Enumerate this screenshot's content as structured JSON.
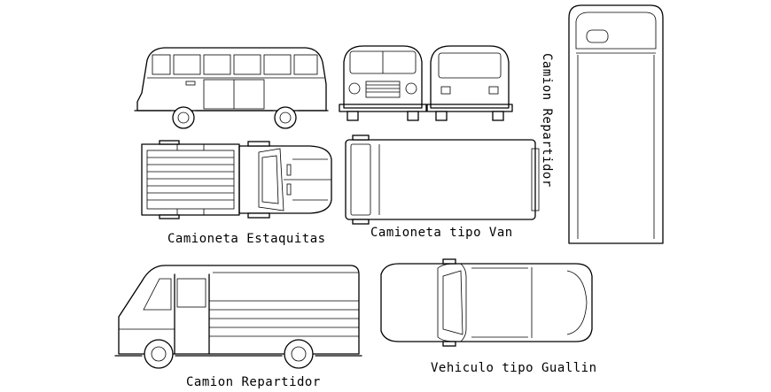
{
  "labels": {
    "estaquitas": "Camioneta Estaquitas",
    "van": "Camioneta tipo Van",
    "repartidor_vertical": "Camion Repartidor",
    "repartidor_side": "Camion Repartidor",
    "guallin": "Vehiculo tipo Guallin"
  }
}
